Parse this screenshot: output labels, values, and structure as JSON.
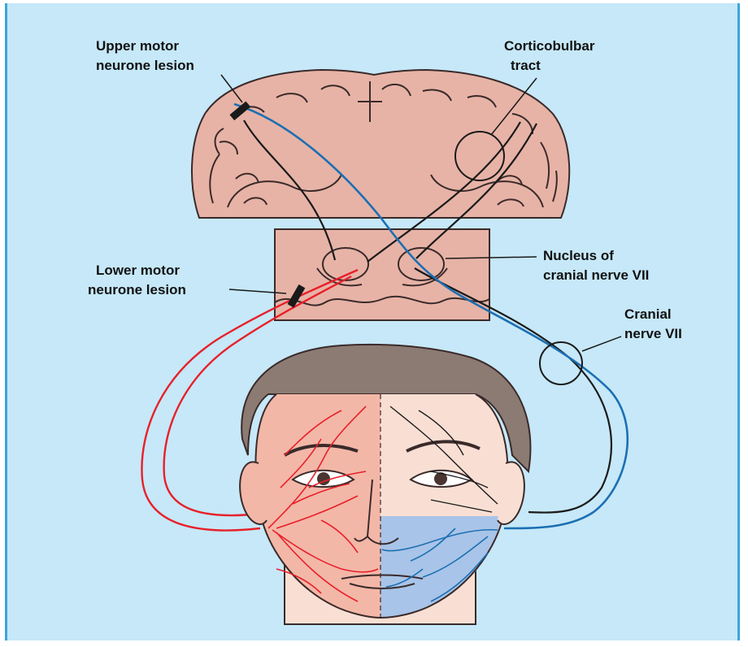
{
  "labels": {
    "upper_lesion": [
      "Upper motor",
      "neurone lesion"
    ],
    "corticobulbar": [
      "Corticobulbar",
      "tract"
    ],
    "lower_lesion": [
      "Lower motor",
      "neurone lesion"
    ],
    "nucleus": [
      "Nucleus of",
      "cranial nerve VII"
    ],
    "cranial_nerve": [
      "Cranial",
      "nerve VII"
    ]
  },
  "colors": {
    "background": "#c6e8f8",
    "border": "#3da5dc",
    "brain": "#e7b3a6",
    "red_nerve": "#e8202a",
    "blue_nerve": "#1c6fb3",
    "hair": "#8c7b73",
    "skin_left": "#f3b7a7",
    "skin_right": "#f9dfd3",
    "blue_region": "#a8c4e8"
  }
}
